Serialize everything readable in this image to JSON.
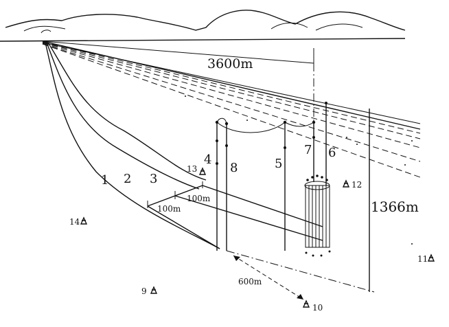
{
  "distances": {
    "horizontal": "3600m",
    "depth": "1366m",
    "spacing_a": "100m",
    "spacing_b": "100m",
    "offset": "600m"
  },
  "lines": [
    "1",
    "2",
    "3",
    "4",
    "5",
    "6",
    "7",
    "8"
  ],
  "stations": [
    "9",
    "10",
    "11",
    "12",
    "13",
    "14"
  ]
}
